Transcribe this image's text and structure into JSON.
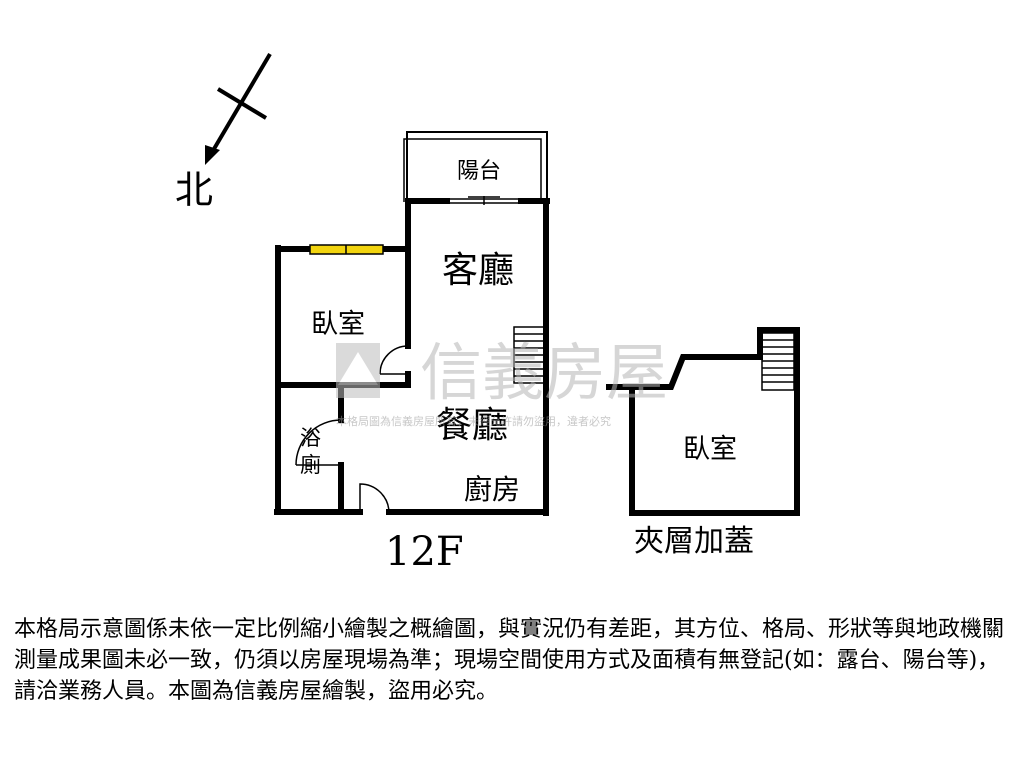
{
  "compass": {
    "label": "北"
  },
  "floor_plan": {
    "floor_label": "12F",
    "rooms": {
      "balcony": "陽台",
      "living_room": "客廳",
      "bedroom": "臥室",
      "dining_room": "餐廳",
      "bathroom_line1": "浴",
      "bathroom_line2": "廁",
      "kitchen": "廚房"
    }
  },
  "mezzanine": {
    "label": "夾層加蓋",
    "rooms": {
      "bedroom": "臥室"
    }
  },
  "watermark": {
    "brand": "信義房屋",
    "notice": "本格局圖為信義房屋所有，未經允許請勿盜用，違者必究"
  },
  "disclaimer": "本格局示意圖係未依一定比例縮小繪製之概繪圖，與實況仍有差距，其方位、格局、形狀等與地政機關測量成果圖未必一致，仍須以房屋現場為準；現場空間使用方式及面積有無登記(如：露台、陽台等)，請洽業務人員。本圖為信義房屋繪製，盜用必究。",
  "colors": {
    "walls": "#000000",
    "window": "#f2d40f",
    "watermark": "#d0d0d0"
  }
}
